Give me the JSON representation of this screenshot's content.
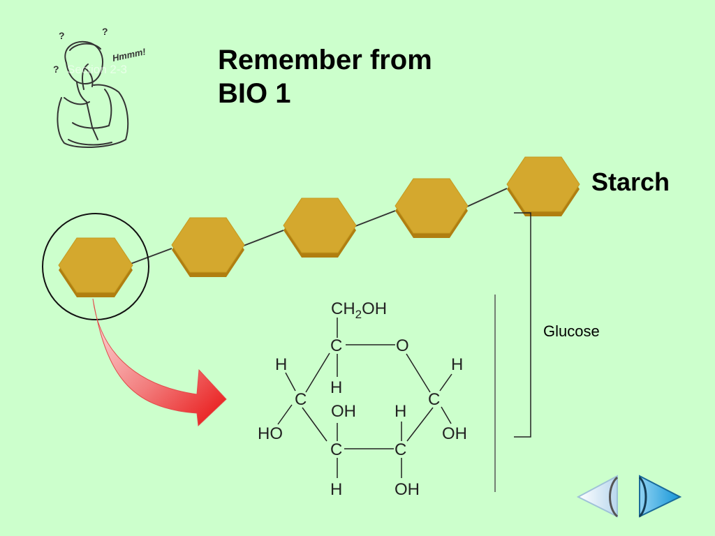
{
  "slide": {
    "title_line1": "Remember from",
    "title_line2": "BIO 1",
    "section_label": "Section 2-3",
    "starch_label": "Starch",
    "glucose_label": "Glucose",
    "thinker_bubble": "Hmmm!",
    "question_mark": "?"
  },
  "molecule": {
    "ch2oh_main": "CH",
    "ch2oh_sub": "2",
    "ch2oh_tail": "OH",
    "carbon": "C",
    "ring_oxygen": "O",
    "hydrogen": "H",
    "hydroxyl": "OH",
    "hydroxyl_left": "HO"
  },
  "colors": {
    "background": "#ccffcc",
    "hexagon_fill": "#d4a82e",
    "hexagon_shadow": "#b07e10",
    "arrow": "#ee1c1c"
  },
  "nav": {
    "back_icon": "back-arrow-icon",
    "forward_icon": "forward-arrow-icon"
  }
}
